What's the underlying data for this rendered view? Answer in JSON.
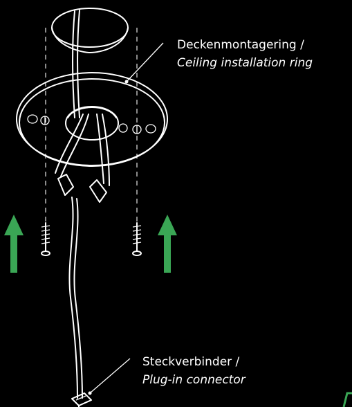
{
  "labels": {
    "ring_de": "Deckenmontagering /",
    "ring_en": "Ceiling installation ring",
    "connector_de": "Steckverbinder /",
    "connector_en": "Plug-in connector"
  },
  "icons": {
    "arrow": "up-arrow-icon",
    "screw": "screw-icon"
  },
  "colors": {
    "background": "#000000",
    "lines": "#ffffff",
    "arrows": "#3aa655"
  }
}
